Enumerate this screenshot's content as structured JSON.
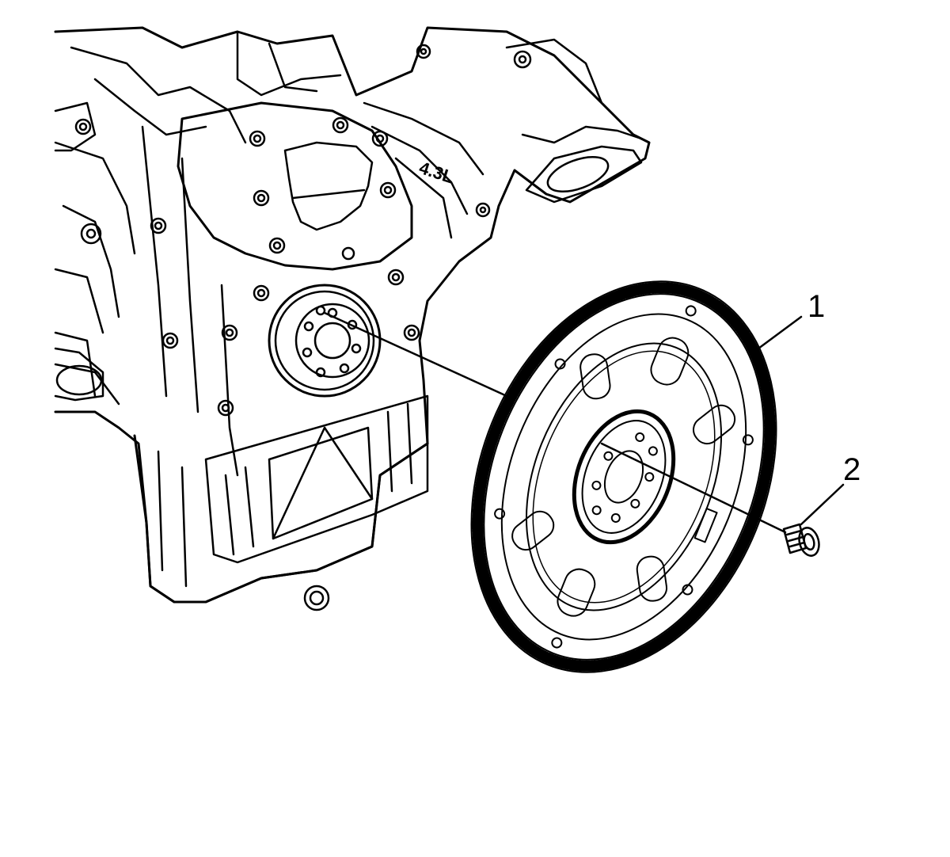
{
  "callouts": [
    {
      "id": "1",
      "label": "1"
    },
    {
      "id": "2",
      "label": "2"
    }
  ],
  "engraving": {
    "displacement": "4.3L"
  },
  "colors": {
    "ink": "#000000",
    "paper": "#ffffff"
  }
}
